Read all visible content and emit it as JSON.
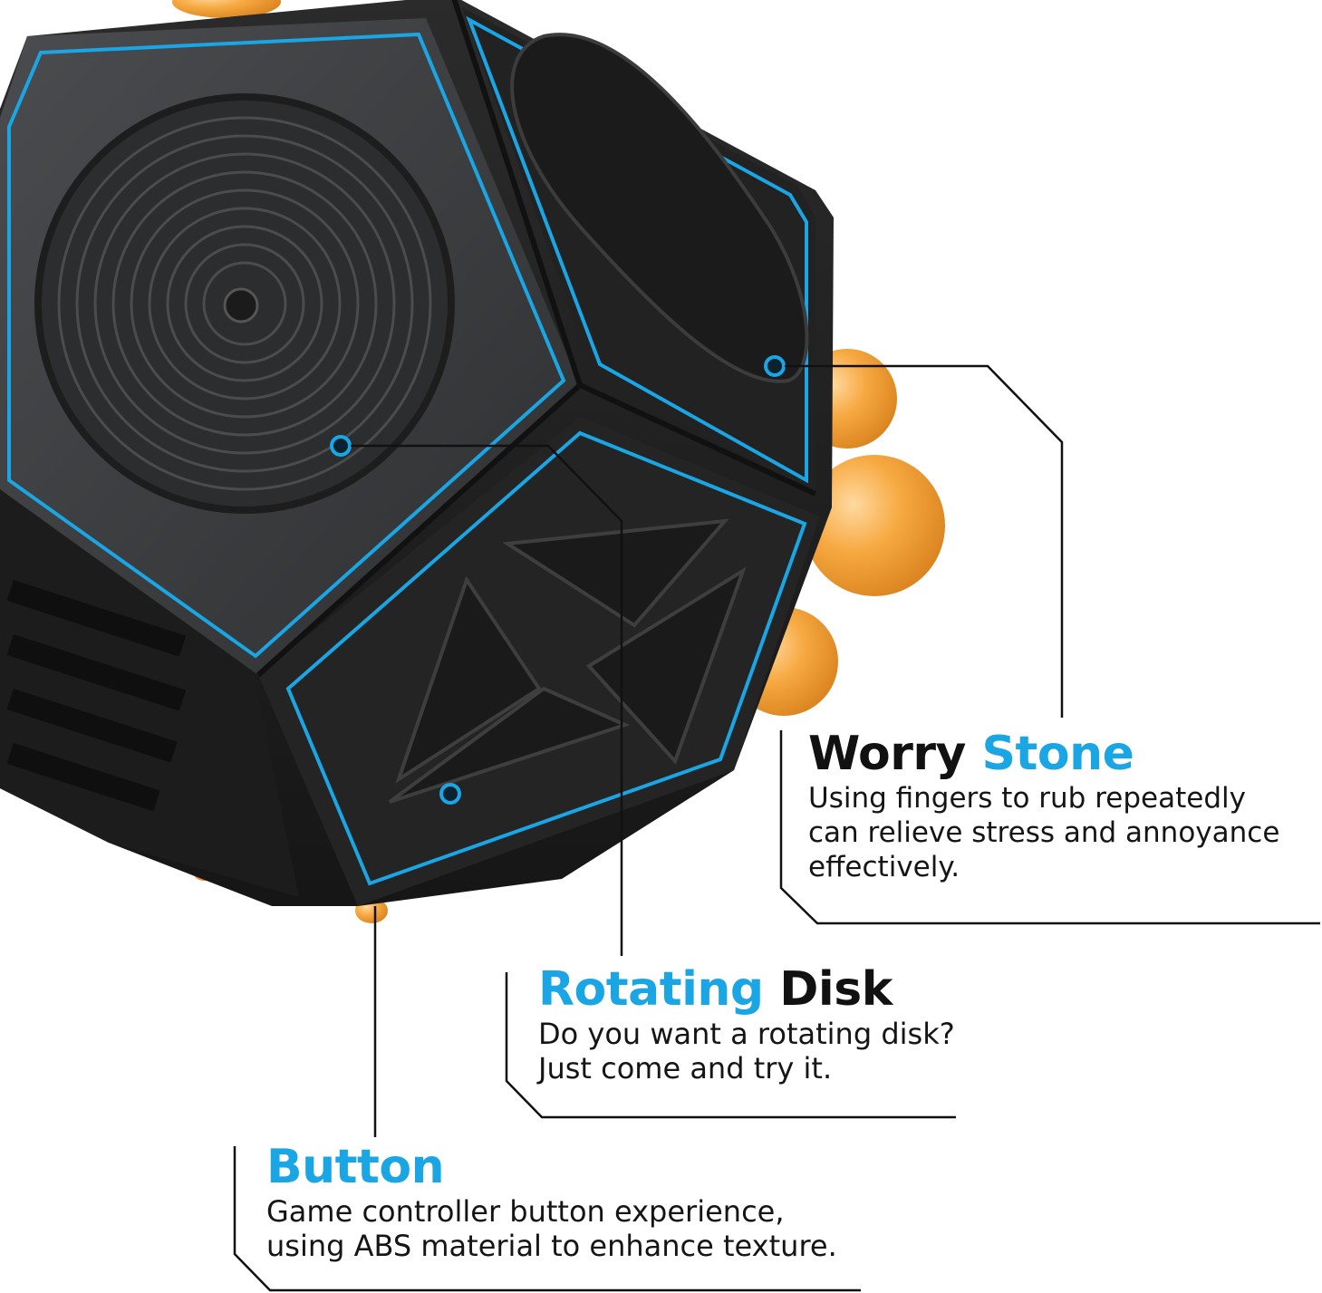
{
  "colors": {
    "accent_blue": "#1aa6e4",
    "toy_body": "#262626",
    "toy_face": "#3a3b3d",
    "orange_balls": "#f6a43a",
    "leader_lines": "#111111"
  },
  "callouts": {
    "worry_stone": {
      "title_dark": "Worry",
      "title_blue": "Stone",
      "description_lines": [
        "Using fingers to rub repeatedly",
        "can relieve stress and annoyance",
        "effectively."
      ]
    },
    "rotating_disk": {
      "title_blue": "Rotating",
      "title_dark": "Disk",
      "description_lines": [
        "Do you want a rotating disk?",
        "Just come and try it."
      ]
    },
    "button": {
      "title_blue": "Button",
      "description_lines": [
        "Game controller button experience,",
        "using ABS material to enhance texture."
      ]
    }
  }
}
